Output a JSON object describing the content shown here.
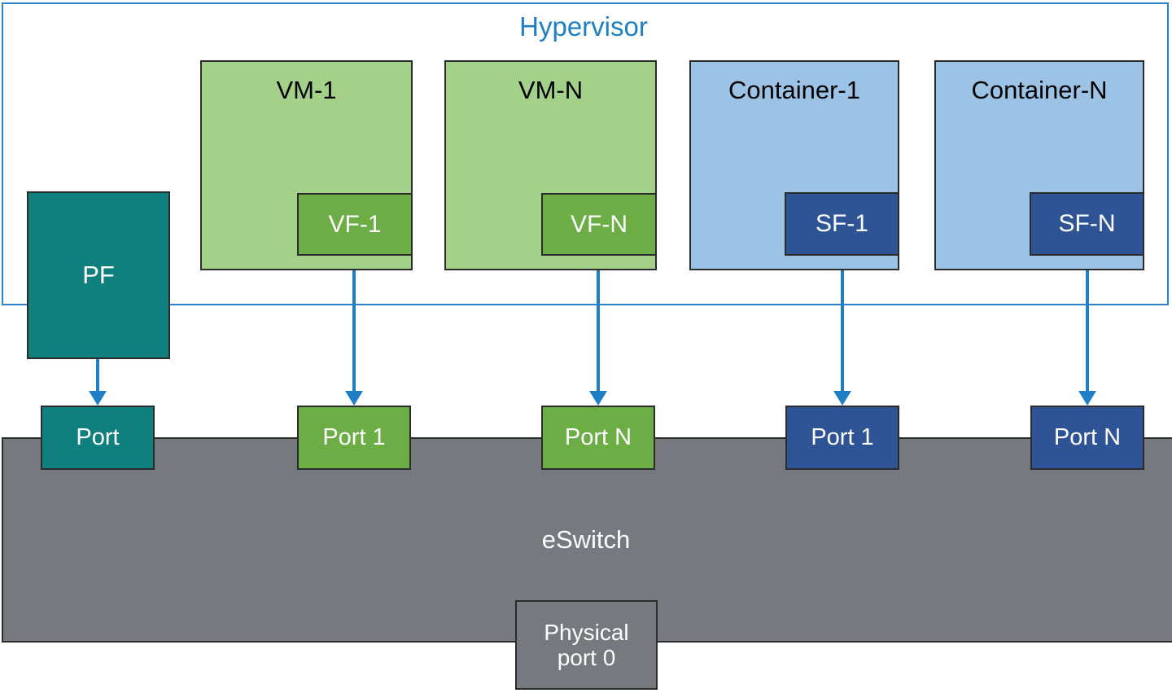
{
  "diagram": {
    "title": "Hypervisor",
    "hypervisor": {
      "label": "Hypervisor",
      "border_color": "#2E83C8",
      "text_color": "#1F7FC4"
    },
    "eswitch": {
      "label": "eSwitch",
      "color": "#76797E",
      "physical_port": {
        "line1": "Physical",
        "line2": "port 0",
        "label": "Physical port 0"
      }
    },
    "functions": [
      {
        "id": "pf",
        "label": "PF",
        "color": "#10807E",
        "port": {
          "label": "Port",
          "color": "#10807E"
        }
      }
    ],
    "guests": [
      {
        "id": "vm-1",
        "label": "VM-1",
        "color": "#A3D18A",
        "function": {
          "label": "VF-1",
          "color": "#6CAD46"
        },
        "port": {
          "label": "Port 1",
          "color": "#6CAD46"
        }
      },
      {
        "id": "vm-n",
        "label": "VM-N",
        "color": "#A3D18A",
        "function": {
          "label": "VF-N",
          "color": "#6CAD46"
        },
        "port": {
          "label": "Port N",
          "color": "#6CAD46"
        }
      },
      {
        "id": "container-1",
        "label": "Container-1",
        "color": "#9CC3E5",
        "function": {
          "label": "SF-1",
          "color": "#2E5496"
        },
        "port": {
          "label": "Port 1",
          "color": "#2E5496"
        }
      },
      {
        "id": "container-n",
        "label": "Container-N",
        "color": "#9CC3E5",
        "function": {
          "label": "SF-N",
          "color": "#2E5496"
        },
        "port": {
          "label": "Port N",
          "color": "#2E5496"
        }
      }
    ],
    "connector_color": "#1F7FC4"
  }
}
